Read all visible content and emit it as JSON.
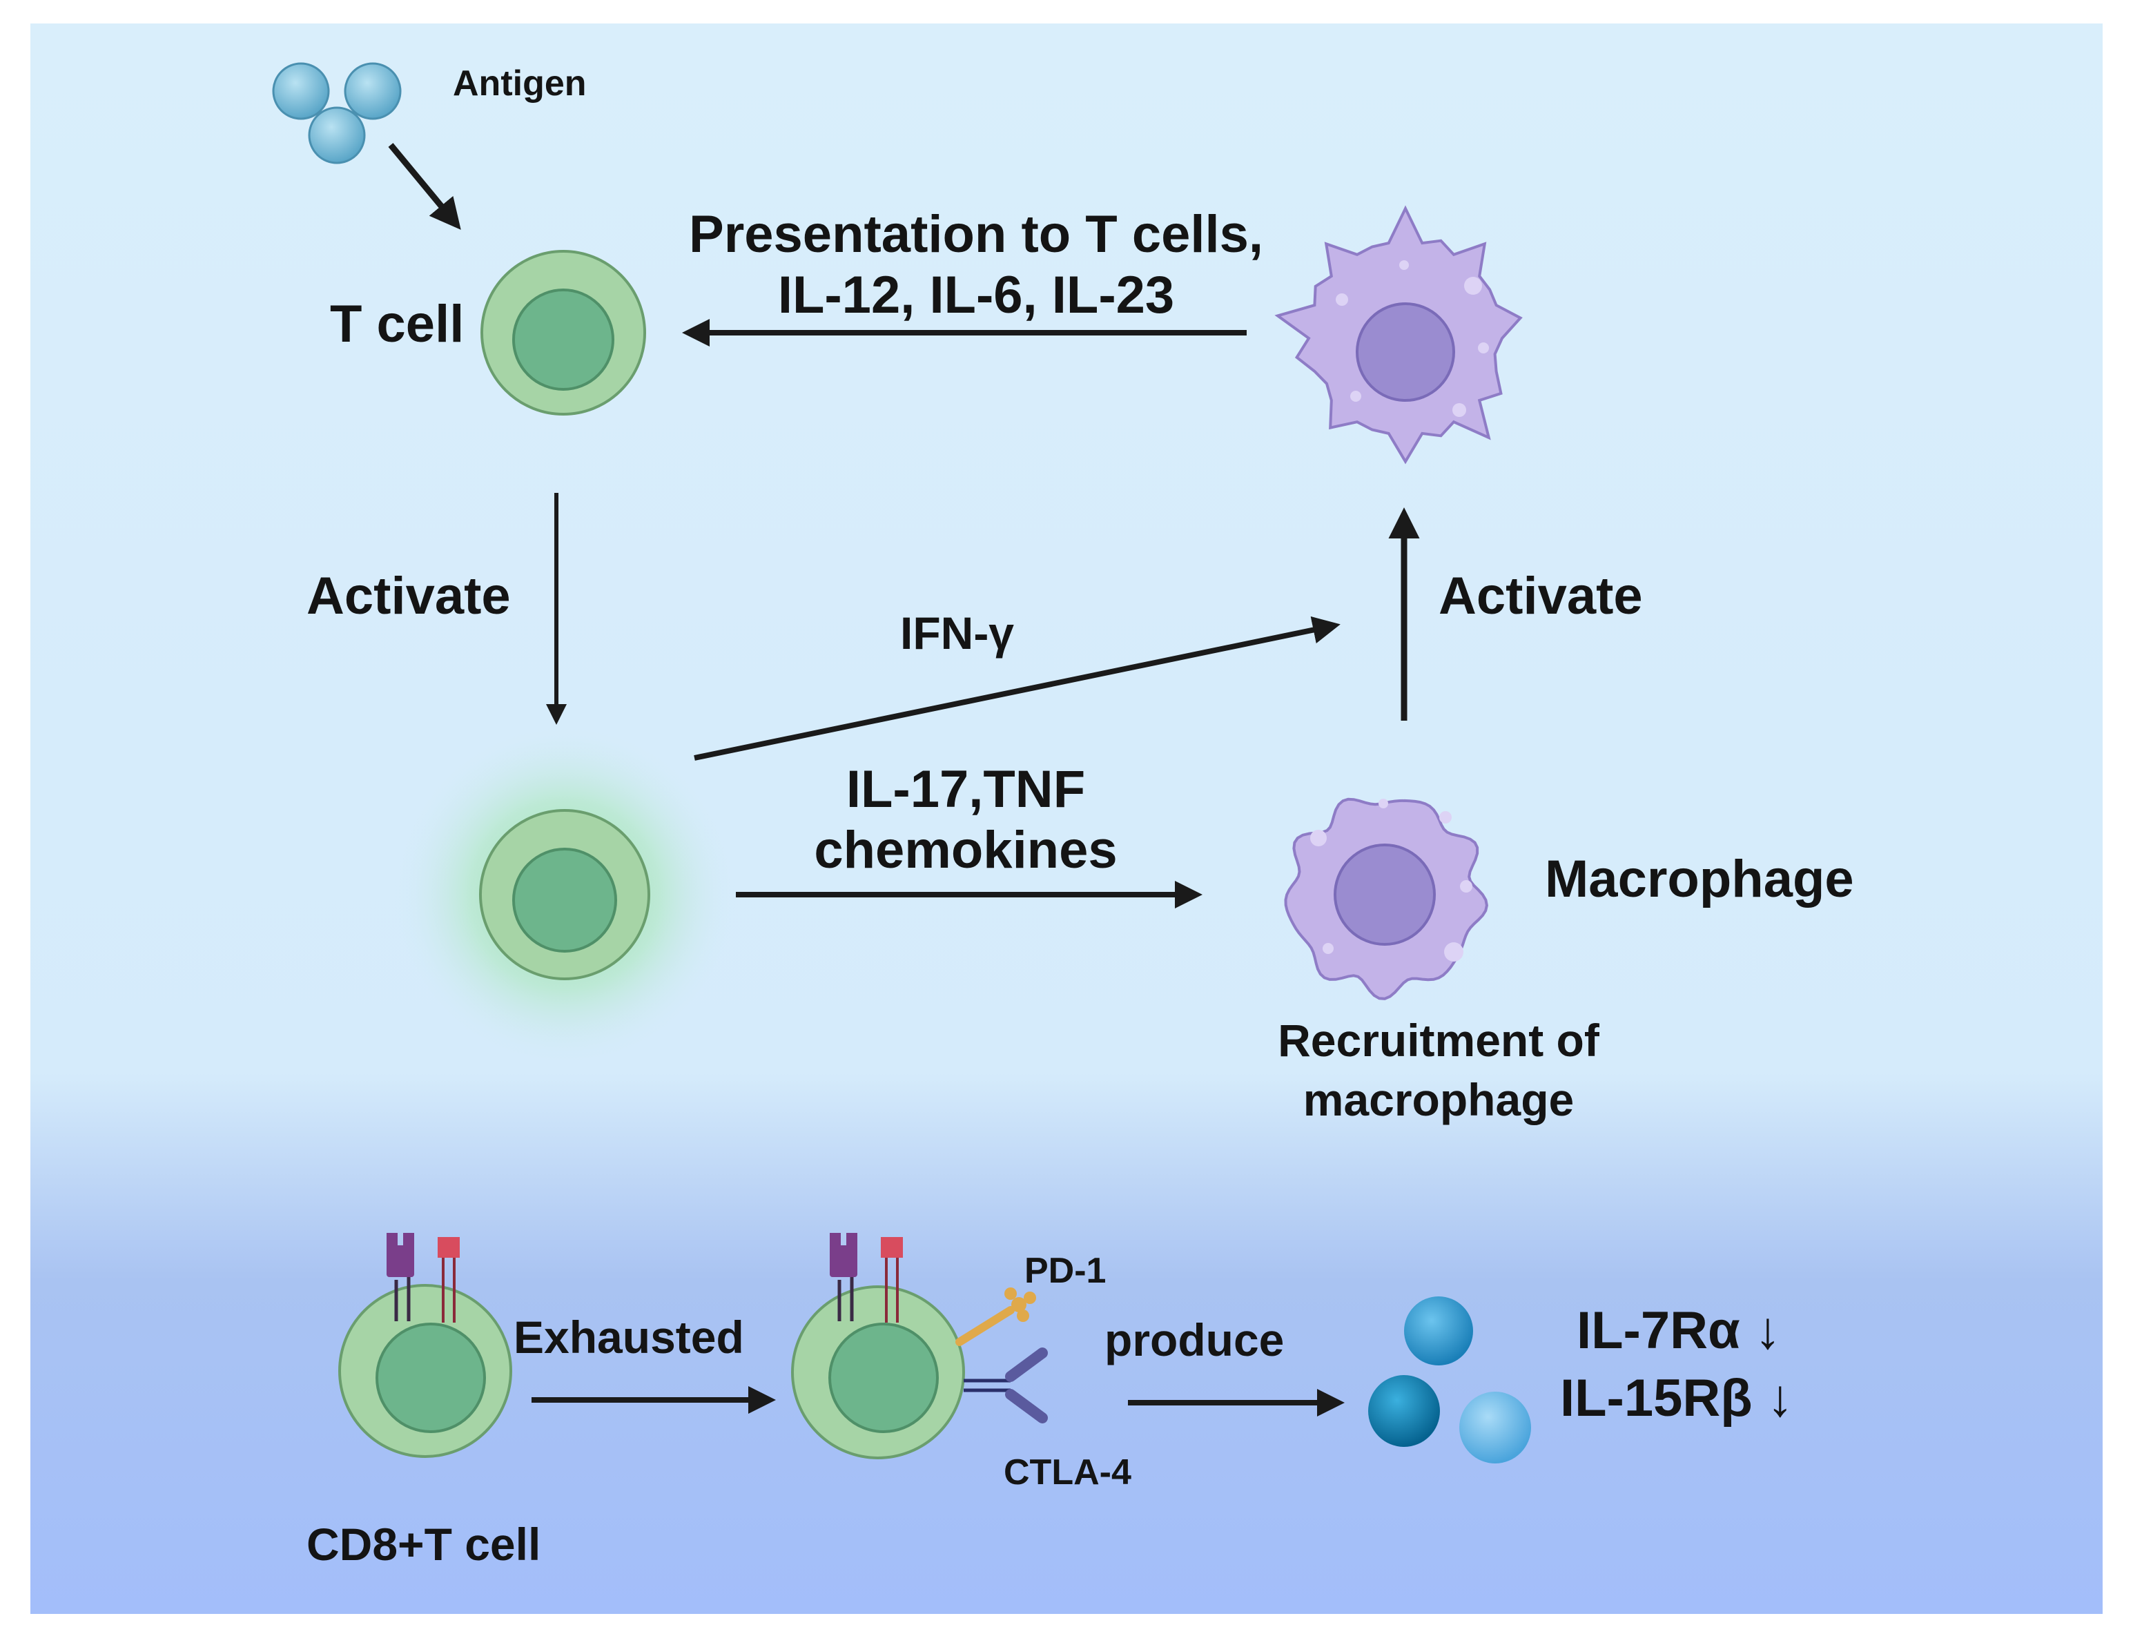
{
  "labels": {
    "antigen": "Antigen",
    "t_cell": "T cell",
    "presentation_line1": "Presentation to T cells,",
    "presentation_line2": "IL-12, IL-6, IL-23",
    "activate_left": "Activate",
    "activate_right": "Activate",
    "ifn_gamma": "IFN-γ",
    "il17_line1": "IL-17,TNF",
    "il17_line2": "chemokines",
    "macrophage": "Macrophage",
    "recruitment_line1": "Recruitment of",
    "recruitment_line2": "macrophage",
    "pd1": "PD-1",
    "exhausted": "Exhausted",
    "produce": "produce",
    "ctla4": "CTLA-4",
    "il7": "IL-7Rα ↓",
    "il15": "IL-15Rβ ↓",
    "cd8": "CD8+T cell"
  },
  "colors": {
    "background_top": "#d9eefb",
    "background_bottom": "#a3befa",
    "cell_outer": "#a6d4a6",
    "cell_nucleus": "#6db58c",
    "macrophage_body": "#c3b3e8",
    "macrophage_nucleus": "#9a8cd0",
    "antigen": "#6fb4d4",
    "cytokine": "#1e90c8",
    "arrow": "#1a1a1a"
  }
}
